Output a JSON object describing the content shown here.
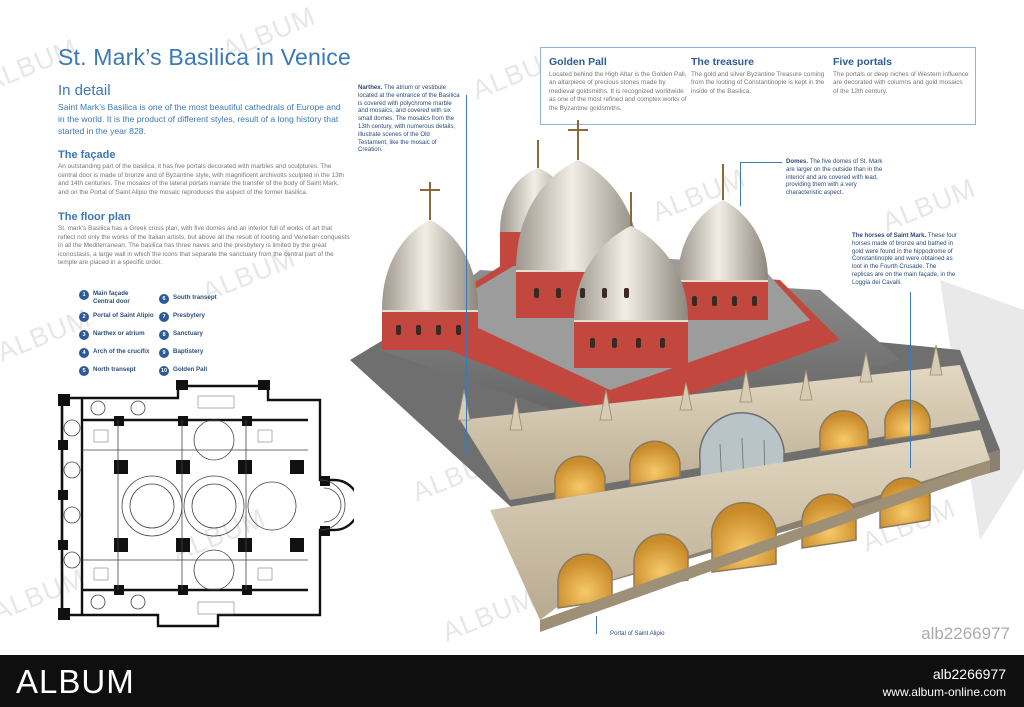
{
  "title": "St. Mark’s Basilica in Venice",
  "subhead": "In detail",
  "intro": "Saint Mark’s Basilica is one of the most beautiful cathedrals of Europe and in the world. It is the product of different styles, result of a long history that started in the year 828.",
  "facade": {
    "heading": "The façade",
    "text": "An outstanding part of the basilica, it has five portals decorated with marbles and sculptures. The central door is made of bronze and of Byzantine style, with magnificent archivolts sculpted in the 13th and 14th centuries. The mosaics of the lateral portals narrate the transfer of the body of Saint Mark, and on the Portal of Saint Alipio the mosaic reproduces the aspect of the former basilica."
  },
  "floorplan": {
    "heading": "The floor plan",
    "text": "St. mark’s Basilica has a Greek cross plan, with five domes and an interior full of works of art that reflect not only the works of the Italian artists, but above all the result of looting and Venetian conquests in all the Mediterranean. The basilica has three naves and the presbytery is limited by the great iconostasis, a large wall in which the icons that separate the sanctuary from the central part of the temple are placed in a specific order."
  },
  "legend": [
    {
      "num": "1",
      "label": "Main façade Central door"
    },
    {
      "num": "2",
      "label": "Portal of Saint Alipio"
    },
    {
      "num": "3",
      "label": "Narthex or atrium"
    },
    {
      "num": "4",
      "label": "Arch of the crucifix"
    },
    {
      "num": "5",
      "label": "North transept"
    },
    {
      "num": "6",
      "label": "South transept"
    },
    {
      "num": "7",
      "label": "Presbytery"
    },
    {
      "num": "8",
      "label": "Sanctuary"
    },
    {
      "num": "9",
      "label": "Baptistery"
    },
    {
      "num": "10",
      "label": "Golden Pall"
    }
  ],
  "top_box": {
    "golden_pall": {
      "heading": "Golden Pall",
      "text": "Located behind the High Altar is the Golden Pall, an altarpiece of precious stones made by medieval goldsmiths. It is recognized worldwide as one of the most refined and complex works of the Byzantine goldsmiths."
    },
    "treasure": {
      "heading": "The treasure",
      "text": "The gold and silver Byzantine Treasure coming from the looting of Constantinople is kept in the inside of the Basilica."
    },
    "portals": {
      "heading": "Five portals",
      "text": "The portals or deep niches of Western influence are decorated with columns and gold mosaics of the 12th century."
    }
  },
  "callouts": {
    "narthex_label": "Narthex.",
    "narthex_text": "The atrium or vestibule located at the entrance of the Basilica is covered with polychrome marble and mosaics, and covered with six small domes. The mosaics from the 13th century, with numerous details, illustrate scenes of the Old Testament, like the mosaic of Creation.",
    "domes_label": "Domes.",
    "domes_text": "The five domes of St. Mark are larger on the outside than in the interior and are covered with lead, providing them with a very characteristic aspect.",
    "horses_label": "The horses of Saint Mark.",
    "horses_text": "These four horses made of bronze and bathed in gold were found in the hippodrome of Constantinople and were obtained as loot in the Fourth Crusade. The replicas are on the main façade, in the Loggia dei Cavalli.",
    "portal_alipio": "Portal of Saint Alipio"
  },
  "watermark": "ALBUM",
  "stock_id": "alb2266977",
  "footer": {
    "logo": "ALBUM",
    "id": "alb2266977",
    "url": "www.album-online.com"
  },
  "colors": {
    "accent_blue": "#3a78b8",
    "legend_badge": "#2d5a96",
    "footer_bg": "#0f0f0f",
    "roof_red": "#c2483f",
    "stone": "#d8ccb3"
  }
}
